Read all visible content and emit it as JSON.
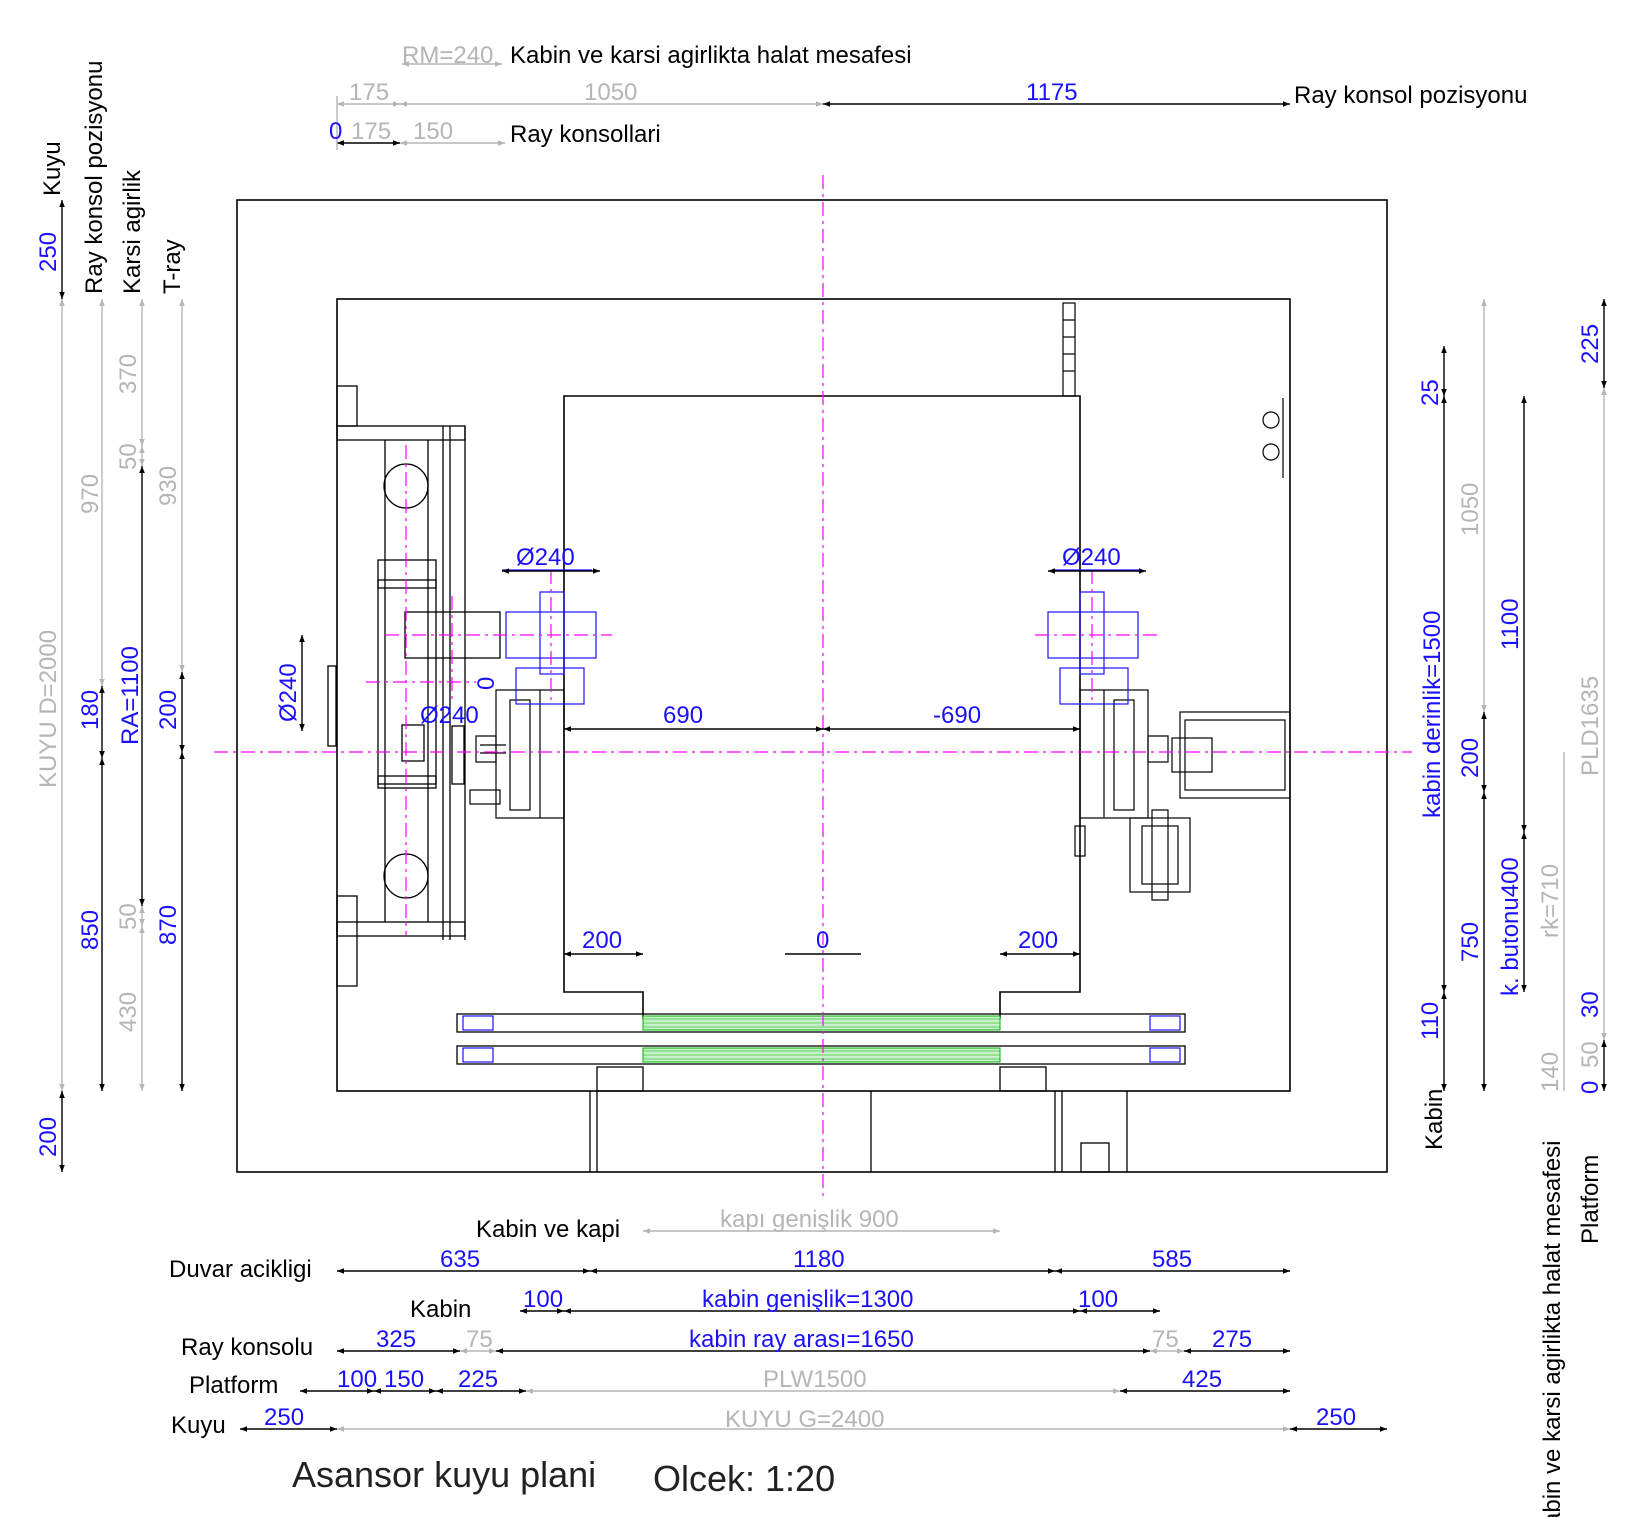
{
  "colors": {
    "black": "#000000",
    "blue": "#1a10ff",
    "gray": "#b5b5b5",
    "magenta": "#ff00ff",
    "green": "#00b400",
    "dark": "#222222"
  },
  "title": {
    "main": "Asansor kuyu plani",
    "scale": "Olcek: 1:20"
  },
  "top": {
    "rm": "RM=240",
    "rm_label": "Kabin ve karsi agirlikta halat mesafesi",
    "d175": "175",
    "d1050": "1050",
    "d1175": "1175",
    "ray_konsol_pozisyonu": "Ray konsol pozisyonu",
    "d0": "0",
    "d175b": "175",
    "d150": "150",
    "ray_konsollari": "Ray konsollari"
  },
  "left": {
    "kuyu": "Kuyu",
    "ray_konsol_pozisyonu": "Ray konsol pozisyonu",
    "karsi_agirlik": "Karsi agirlik",
    "t_ray": "T-ray",
    "d250": "250",
    "kuyu_d": "KUYU D=2000",
    "d200_bottom": "200",
    "d970": "970",
    "d180": "180",
    "d850": "850",
    "d370": "370",
    "d50a": "50",
    "ra": "RA=1100",
    "d50b": "50",
    "d430": "430",
    "d930": "930",
    "d200t": "200",
    "d870": "870"
  },
  "center": {
    "phi_left": "Ø240",
    "phi_right": "Ø240",
    "phi_vertical": "Ø240",
    "phi_small": "Ø240",
    "zero_rot": "0",
    "d690": "690",
    "dm690": "-690",
    "d200l": "200",
    "d0c": "0",
    "d200r": "200"
  },
  "right": {
    "d25": "25",
    "kabin_derinlik": "kabin derinlik=1500",
    "d110": "110",
    "kabin": "Kabin",
    "d1050": "1050",
    "d200": "200",
    "d750": "750",
    "d1100": "1100",
    "k_butonu": "k. butonu400",
    "rk": "rk=710",
    "d140": "140",
    "d50": "50",
    "d0": "0",
    "halat": "Kabin ve karsi agirlikta halat mesafesi",
    "d225": "225",
    "pld": "PLD1635",
    "d30": "30",
    "platform": "Platform"
  },
  "bottom": {
    "kabin_ve_kapi": "Kabin ve kapi",
    "kapi_genislik": "kapı genişlik 900",
    "duvar_acikligi": "Duvar acikligi",
    "d635": "635",
    "d1180": "1180",
    "d585": "585",
    "kabin": "Kabin",
    "d100a": "100",
    "kabin_genislik": "kabin genişlik=1300",
    "d100b": "100",
    "ray_konsolu": "Ray konsolu",
    "d325": "325",
    "d75a": "75",
    "kabin_ray_arasi": "kabin  ray arası=1650",
    "d75b": "75",
    "d275": "275",
    "platform": "Platform",
    "d100": "100",
    "d150": "150",
    "d225": "225",
    "plw": "PLW1500",
    "d425": "425",
    "kuyu": "Kuyu",
    "d250a": "250",
    "kuyu_g": "KUYU G=2400",
    "d250b": "250"
  }
}
